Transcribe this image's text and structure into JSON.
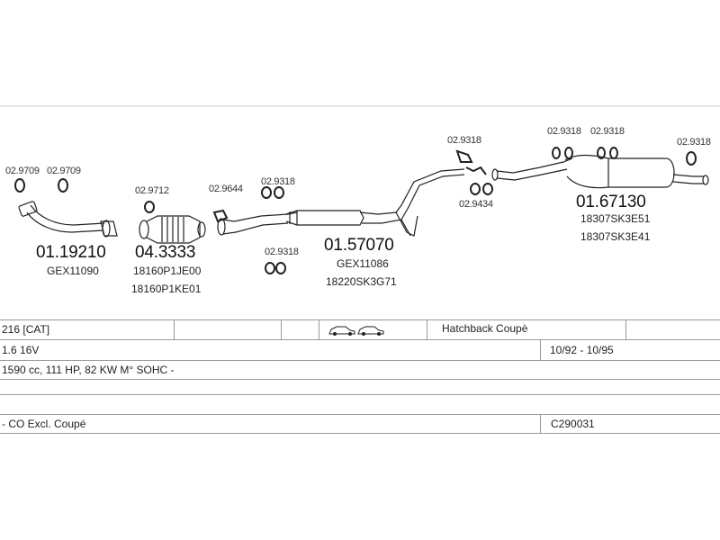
{
  "diagram": {
    "parts": {
      "p1": {
        "number": "01.19210",
        "codes": [
          "GEX11090"
        ],
        "clips": [
          "02.9709",
          "02.9709"
        ]
      },
      "p2": {
        "number": "04.3333",
        "codes": [
          "18160P1JE00",
          "18160P1KE01"
        ],
        "clips": [
          "02.9712",
          "02.9644"
        ]
      },
      "p3": {
        "number": "01.57070",
        "codes": [
          "GEX11086",
          "18220SK3G71"
        ],
        "clips": [
          "02.9318",
          "02.9318"
        ]
      },
      "p4": {
        "clips": [
          "02.9318",
          "02.9434"
        ]
      },
      "p5": {
        "number": "01.67130",
        "codes": [
          "18307SK3E51",
          "18307SK3E41"
        ],
        "clips": [
          "02.9318",
          "02.9318",
          "02.9318"
        ]
      }
    }
  },
  "table": {
    "row1": {
      "model": "216  [CAT]",
      "body": "Hatchback Coupè"
    },
    "row2": {
      "engine": "1.6 16V",
      "years": "10/92 - 10/95"
    },
    "row3": {
      "spec": "1590 cc, 111 HP, 82 KW M° SOHC -"
    },
    "row5": {
      "note": "- CO Excl. Coupé",
      "ref": "C290031"
    }
  },
  "icons": {
    "vehicle": "car-icon"
  }
}
